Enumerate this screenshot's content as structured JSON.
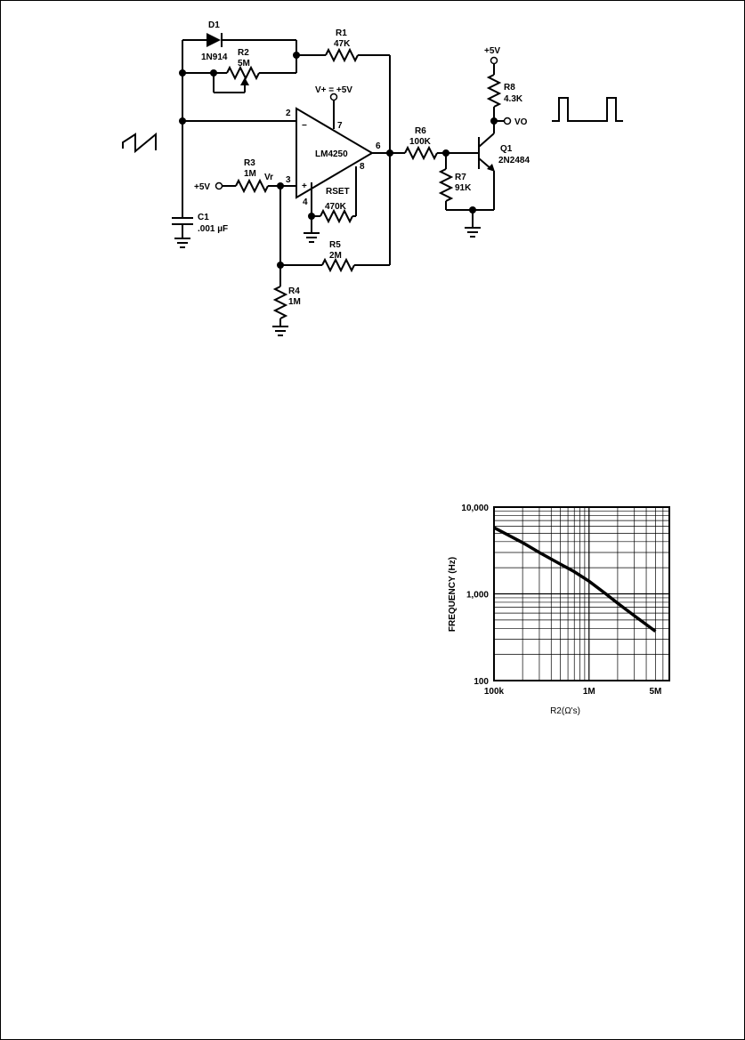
{
  "schematic": {
    "d1": {
      "ref": "D1",
      "part": "1N914"
    },
    "r1": {
      "ref": "R1",
      "value": "47K"
    },
    "r2": {
      "ref": "R2",
      "value": "5M"
    },
    "r3": {
      "ref": "R3",
      "value": "1M"
    },
    "r4": {
      "ref": "R4",
      "value": "1M"
    },
    "r5": {
      "ref": "R5",
      "value": "2M"
    },
    "r6": {
      "ref": "R6",
      "value": "100K"
    },
    "r7": {
      "ref": "R7",
      "value": "91K"
    },
    "r8": {
      "ref": "R8",
      "value": "4.3K"
    },
    "c1": {
      "ref": "C1",
      "value": ".001 µF"
    },
    "q1": {
      "ref": "Q1",
      "part": "2N2484"
    },
    "opamp": {
      "part": "LM4250",
      "supply_label": "V+ = +5V",
      "pin2": "2",
      "pin3": "3",
      "pin4": "4",
      "pin6": "6",
      "pin7": "7",
      "pin8": "8",
      "minus": "−",
      "plus": "+"
    },
    "rset": {
      "label": "RSET",
      "value": "470K"
    },
    "supply_r3": "+5V",
    "supply_r8": "+5V",
    "vr_label": "Vr",
    "vo_label": "VO"
  },
  "chart_data": {
    "type": "line",
    "title": "",
    "xlabel": "R2(Ω's)",
    "ylabel": "FREQUENCY (Hz)",
    "xscale": "log",
    "yscale": "log",
    "xlim": [
      100000,
      7000000
    ],
    "ylim": [
      100,
      10000
    ],
    "xtick_labels": [
      "100k",
      "1M",
      "5M"
    ],
    "xticks": [
      100000,
      1000000,
      5000000
    ],
    "ytick_labels": [
      "100",
      "1,000",
      "10,000"
    ],
    "yticks": [
      100,
      1000,
      10000
    ],
    "grid": true,
    "series": [
      {
        "x": [
          100000,
          150000,
          200000,
          300000,
          500000,
          700000,
          1000000,
          1500000,
          2000000,
          3000000,
          5000000
        ],
        "y": [
          5800,
          4600,
          3900,
          3000,
          2200,
          1800,
          1400,
          1000,
          780,
          560,
          370
        ]
      }
    ]
  }
}
